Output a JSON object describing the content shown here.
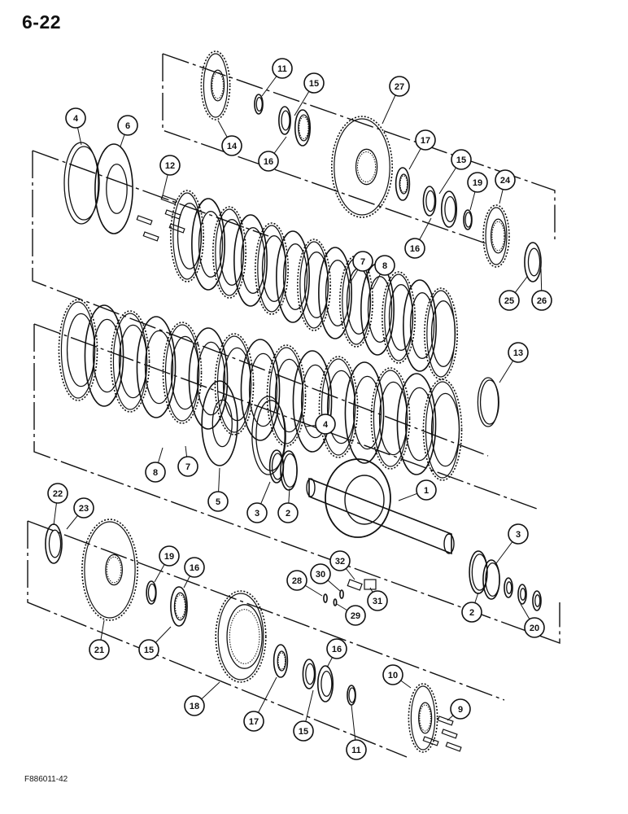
{
  "page_number": "6-22",
  "figure_code": "F886011-42",
  "callouts": [
    {
      "id": "c-11a",
      "label": "11"
    },
    {
      "id": "c-15a",
      "label": "15"
    },
    {
      "id": "c-27",
      "label": "27"
    },
    {
      "id": "c-14",
      "label": "14"
    },
    {
      "id": "c-16a",
      "label": "16"
    },
    {
      "id": "c-17a",
      "label": "17"
    },
    {
      "id": "c-15b",
      "label": "15"
    },
    {
      "id": "c-19a",
      "label": "19"
    },
    {
      "id": "c-24",
      "label": "24"
    },
    {
      "id": "c-16b",
      "label": "16"
    },
    {
      "id": "c-25",
      "label": "25"
    },
    {
      "id": "c-26",
      "label": "26"
    },
    {
      "id": "c-4a",
      "label": "4"
    },
    {
      "id": "c-6",
      "label": "6"
    },
    {
      "id": "c-12",
      "label": "12"
    },
    {
      "id": "c-7a",
      "label": "7"
    },
    {
      "id": "c-8a",
      "label": "8"
    },
    {
      "id": "c-13",
      "label": "13"
    },
    {
      "id": "c-4b",
      "label": "4"
    },
    {
      "id": "c-8b",
      "label": "8"
    },
    {
      "id": "c-7b",
      "label": "7"
    },
    {
      "id": "c-5",
      "label": "5"
    },
    {
      "id": "c-3a",
      "label": "3"
    },
    {
      "id": "c-2a",
      "label": "2"
    },
    {
      "id": "c-1",
      "label": "1"
    },
    {
      "id": "c-22",
      "label": "22"
    },
    {
      "id": "c-23",
      "label": "23"
    },
    {
      "id": "c-19b",
      "label": "19"
    },
    {
      "id": "c-16c",
      "label": "16"
    },
    {
      "id": "c-32",
      "label": "32"
    },
    {
      "id": "c-28",
      "label": "28"
    },
    {
      "id": "c-30",
      "label": "30"
    },
    {
      "id": "c-29",
      "label": "29"
    },
    {
      "id": "c-31",
      "label": "31"
    },
    {
      "id": "c-3b",
      "label": "3"
    },
    {
      "id": "c-2b",
      "label": "2"
    },
    {
      "id": "c-20",
      "label": "20"
    },
    {
      "id": "c-21",
      "label": "21"
    },
    {
      "id": "c-15c",
      "label": "15"
    },
    {
      "id": "c-16d",
      "label": "16"
    },
    {
      "id": "c-10",
      "label": "10"
    },
    {
      "id": "c-9",
      "label": "9"
    },
    {
      "id": "c-18",
      "label": "18"
    },
    {
      "id": "c-17b",
      "label": "17"
    },
    {
      "id": "c-15d",
      "label": "15"
    },
    {
      "id": "c-11b",
      "label": "11"
    }
  ]
}
